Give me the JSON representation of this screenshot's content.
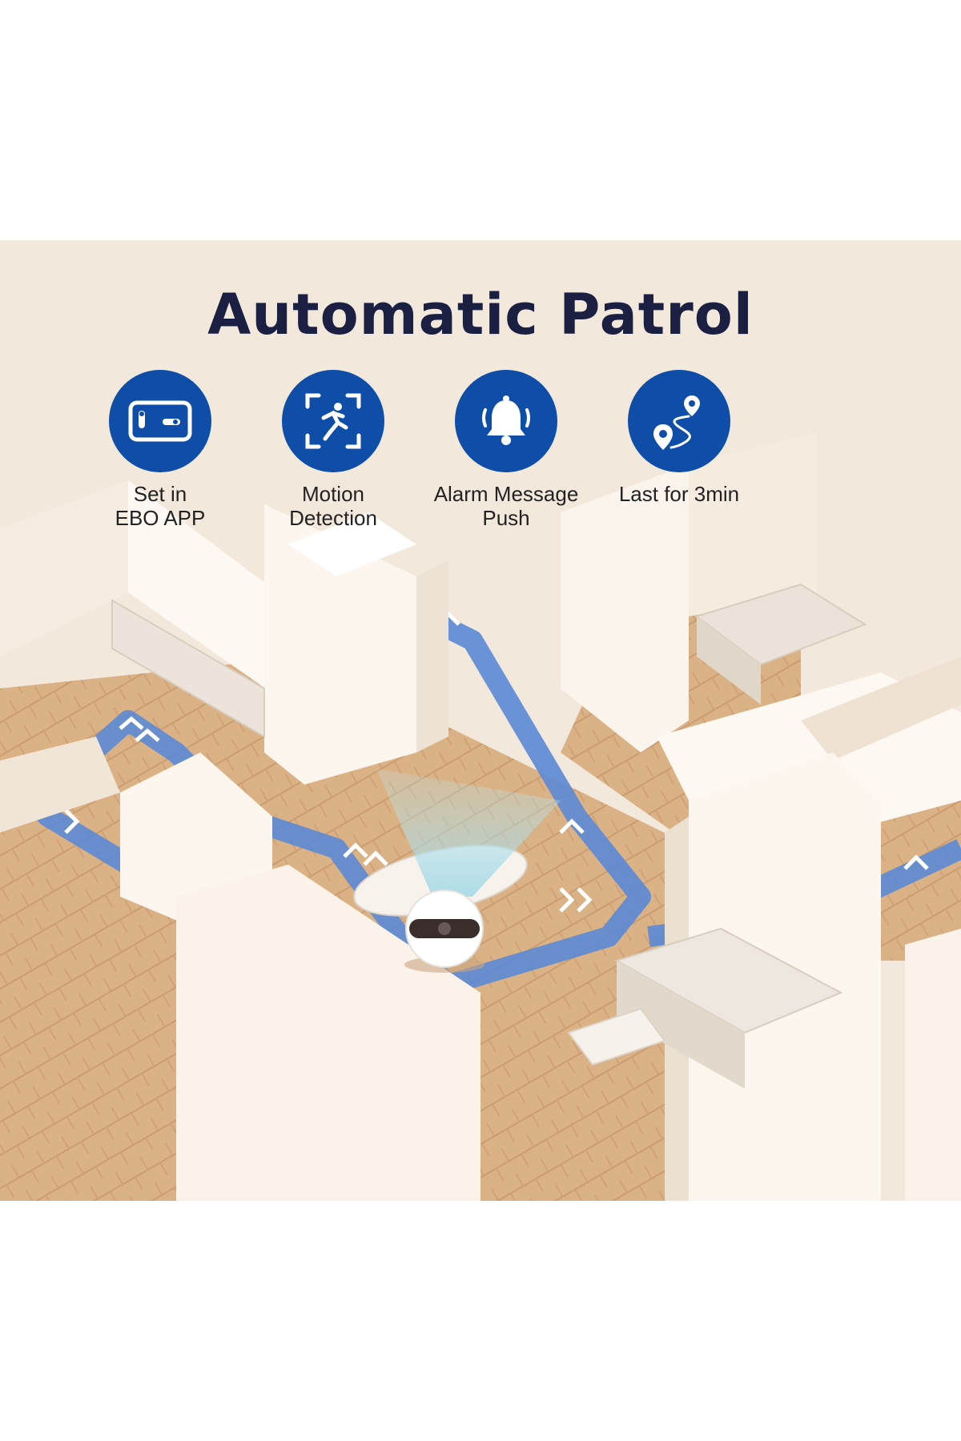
{
  "title": "Automatic Patrol",
  "features": [
    {
      "icon": "phone-app-icon",
      "label": "Set in\nEBO APP"
    },
    {
      "icon": "motion-detection-icon",
      "label": "Motion\nDetection"
    },
    {
      "icon": "alarm-bell-icon",
      "label": "Alarm Message\nPush"
    },
    {
      "icon": "route-pin-icon",
      "label": "Last for 3min"
    }
  ],
  "colors": {
    "background": "#f3e8dc",
    "icon_circle": "#0f4ea8",
    "title": "#1b2042",
    "floor": "#dcb387",
    "walls": "#fbf4ec",
    "patrol_path": "#5b8ad6"
  }
}
